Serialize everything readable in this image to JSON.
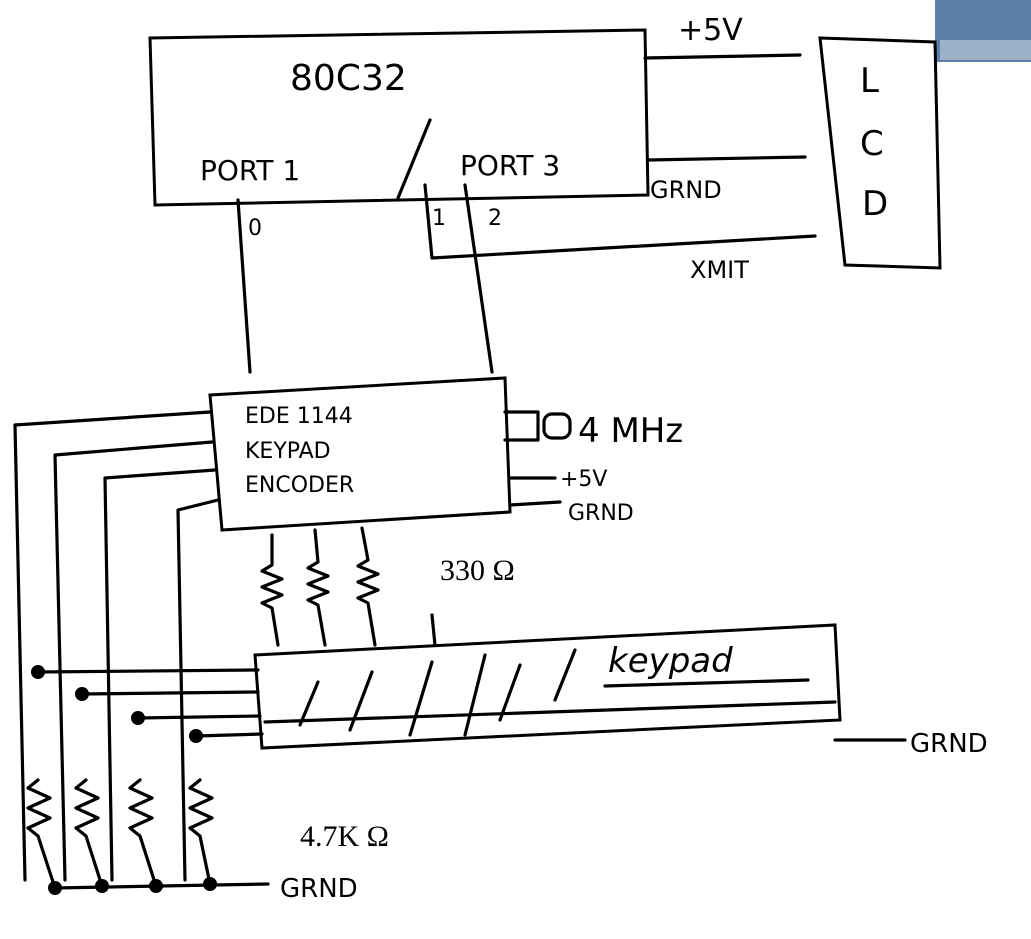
{
  "mcu": {
    "name": "80C32",
    "port1_label": "PORT 1",
    "port3_label": "PORT 3",
    "pin_p1": "0",
    "pin_p3a": "1",
    "pin_p3b": "2"
  },
  "lcd": {
    "letters": [
      "L",
      "C",
      "D"
    ],
    "vcc": "+5V",
    "gnd": "GRND",
    "xmit": "XMIT"
  },
  "encoder": {
    "lines": [
      "EDE 1144",
      "KEYPAD",
      "ENCODER"
    ],
    "clock": "4 MHz",
    "vcc": "+5V",
    "gnd": "GRND"
  },
  "resistors": {
    "column_value": "330 Ω",
    "pulldown_value": "4.7K Ω"
  },
  "keypad": {
    "label": "keypad",
    "gnd": "GRND"
  },
  "bottom_gnd": "GRND"
}
